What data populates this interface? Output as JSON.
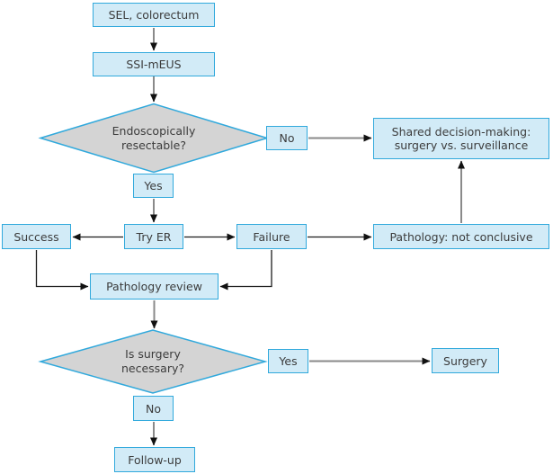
{
  "flowchart": {
    "nodes": {
      "sel_colorectum": {
        "label": "SEL, colorectum"
      },
      "ssi_meus": {
        "label": "SSI-mEUS"
      },
      "endoscopically_resectable": {
        "line1": "Endoscopically",
        "line2": "resectable?"
      },
      "no_top": {
        "label": "No"
      },
      "shared_decision": {
        "line1": "Shared decision-making:",
        "line2": "surgery vs. surveillance"
      },
      "yes_top": {
        "label": "Yes"
      },
      "success": {
        "label": "Success"
      },
      "try_er": {
        "label": "Try ER"
      },
      "failure": {
        "label": "Failure"
      },
      "pathology_not_conclusive": {
        "label": "Pathology: not conclusive"
      },
      "pathology_review": {
        "label": "Pathology review"
      },
      "is_surgery_necessary": {
        "line1": "Is surgery",
        "line2": "necessary?"
      },
      "yes_bottom": {
        "label": "Yes"
      },
      "surgery": {
        "label": "Surgery"
      },
      "no_bottom": {
        "label": "No"
      },
      "follow_up": {
        "label": "Follow-up"
      }
    },
    "edges": [
      {
        "from": "sel_colorectum",
        "to": "ssi_meus",
        "style": "gray-arrow"
      },
      {
        "from": "ssi_meus",
        "to": "endoscopically_resectable",
        "style": "gray-arrow"
      },
      {
        "from": "endoscopically_resectable",
        "to": "no_top",
        "style": "direct-touch"
      },
      {
        "from": "no_top",
        "to": "shared_decision",
        "style": "gray-arrow"
      },
      {
        "from": "endoscopically_resectable",
        "to": "yes_top",
        "style": "direct-touch"
      },
      {
        "from": "yes_top",
        "to": "try_er",
        "style": "gray-arrow"
      },
      {
        "from": "try_er",
        "to": "success",
        "style": "black-arrow"
      },
      {
        "from": "try_er",
        "to": "failure",
        "style": "black-arrow"
      },
      {
        "from": "failure",
        "to": "pathology_not_conclusive",
        "style": "black-arrow"
      },
      {
        "from": "pathology_not_conclusive",
        "to": "shared_decision",
        "style": "gray-arrow"
      },
      {
        "from": "success",
        "to": "pathology_review",
        "style": "black-elbow-arrow"
      },
      {
        "from": "failure",
        "to": "pathology_review",
        "style": "black-elbow-arrow"
      },
      {
        "from": "pathology_review",
        "to": "is_surgery_necessary",
        "style": "gray-arrow"
      },
      {
        "from": "is_surgery_necessary",
        "to": "yes_bottom",
        "style": "direct-touch"
      },
      {
        "from": "yes_bottom",
        "to": "surgery",
        "style": "gray-arrow"
      },
      {
        "from": "is_surgery_necessary",
        "to": "no_bottom",
        "style": "direct-touch"
      },
      {
        "from": "no_bottom",
        "to": "follow_up",
        "style": "gray-arrow"
      }
    ],
    "colors": {
      "box_fill": "#d2ebf7",
      "box_border": "#31a9dc",
      "diamond_fill": "#d4d4d4",
      "text": "#3c3c3c",
      "arrow_shaft_gray": "#8a8a8a",
      "arrow_shaft_black": "#1c1c1c",
      "arrowhead": "#111111",
      "background": "#ffffff"
    }
  }
}
